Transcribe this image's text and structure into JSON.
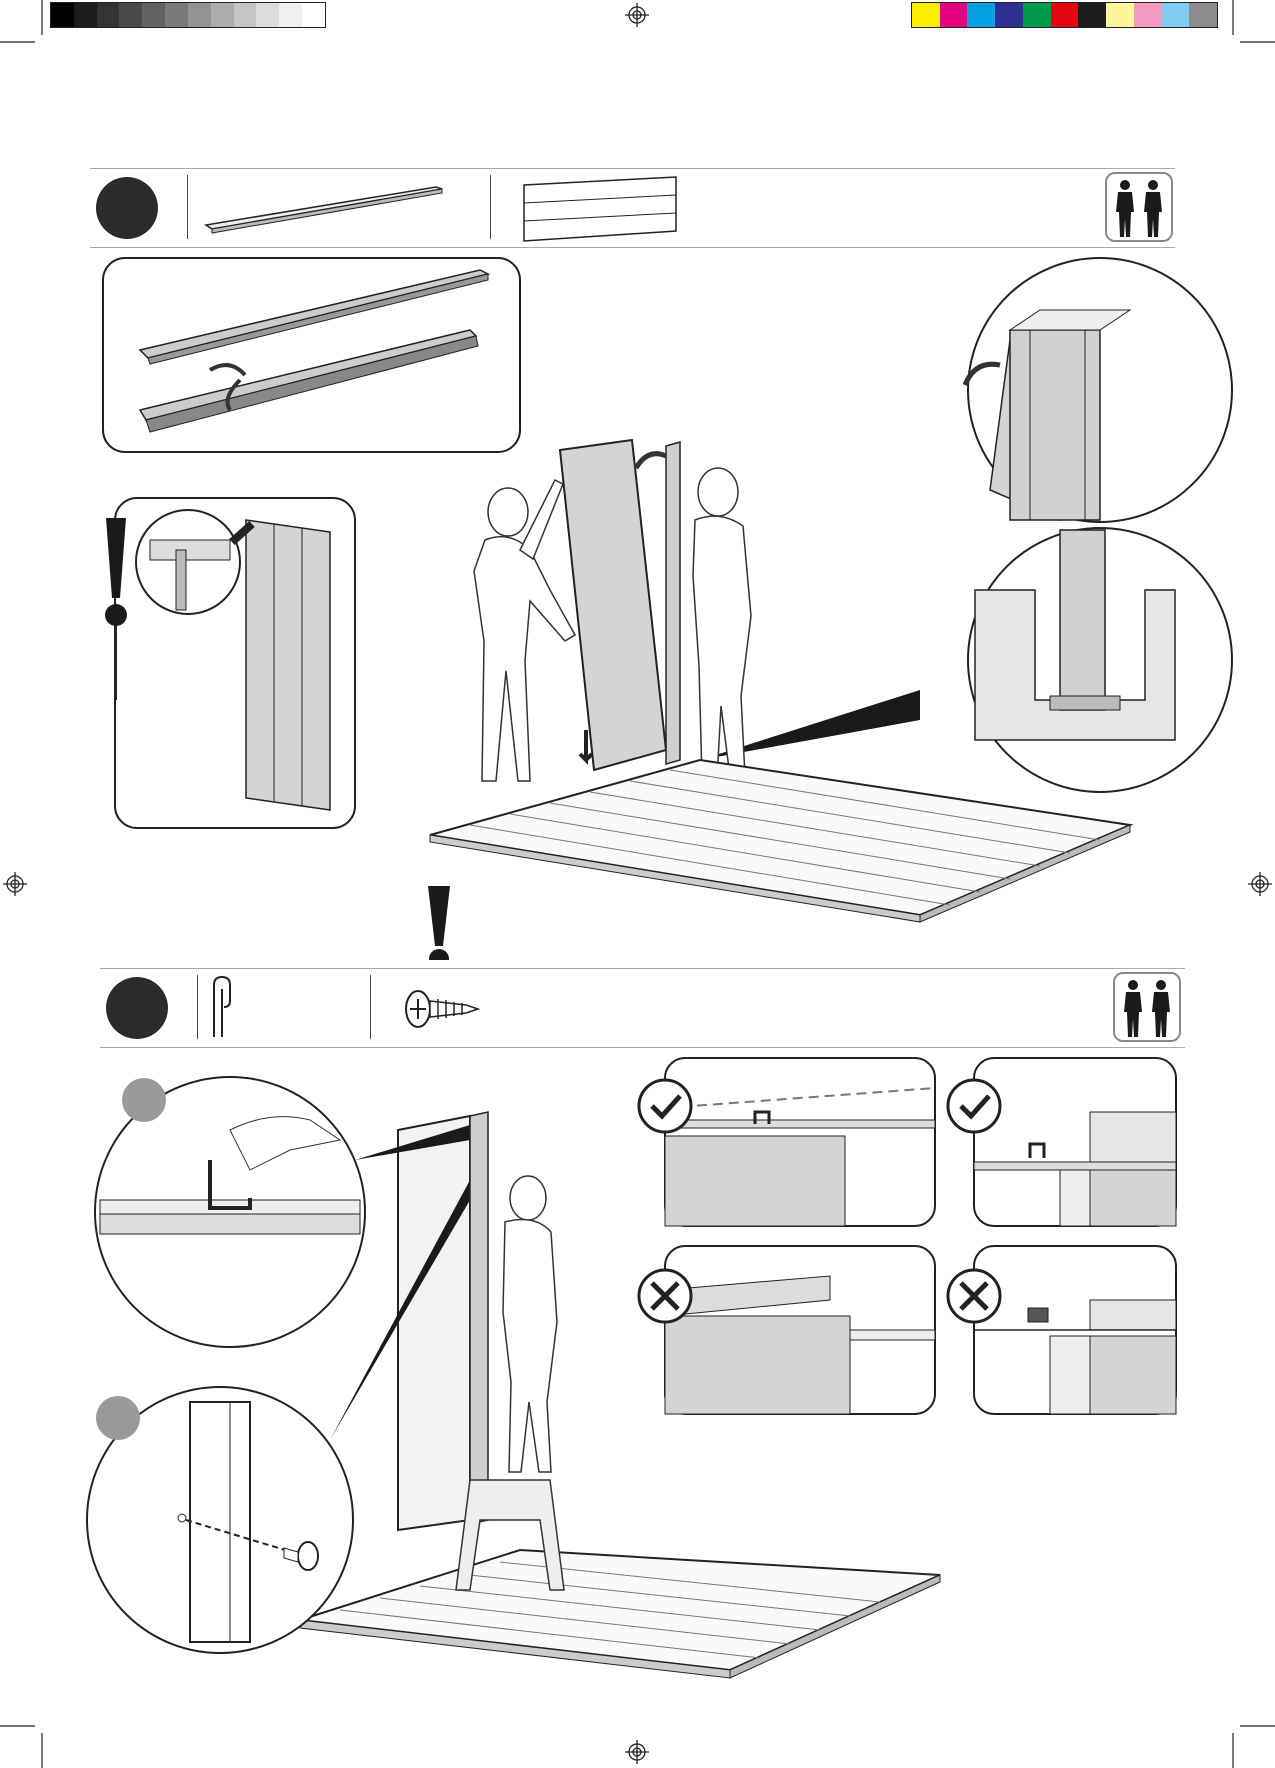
{
  "print_marks": {
    "grayscale_swatches": [
      "#000000",
      "#1c1c1c",
      "#333333",
      "#4a4a4a",
      "#616161",
      "#7a7a7a",
      "#939393",
      "#acacac",
      "#c4c4c4",
      "#dcdcdc",
      "#f0f0f0",
      "#ffffff"
    ],
    "color_swatches": [
      "#ffed00",
      "#e6007e",
      "#00a0e3",
      "#2e3092",
      "#00984a",
      "#e30613",
      "#1d1d1b",
      "#fff59b",
      "#f49ac1",
      "#7fcdf1",
      "#8c8c8c"
    ]
  },
  "steps": [
    {
      "parts": [
        "roof-rail-icon",
        "wall-panel-icon"
      ],
      "people_count": 2,
      "callouts": [
        "rail-joining-detail",
        "panel-edge-warning",
        "post-slot-detail",
        "base-channel-detail"
      ],
      "warning_symbol": "exclamation-icon"
    },
    {
      "parts": [
        "clip-icon",
        "screw-icon"
      ],
      "people_count": 2,
      "sub_markers": [
        "grey-dot-marker",
        "grey-dot-marker"
      ],
      "checks": [
        {
          "result": "correct",
          "icon": "check-icon"
        },
        {
          "result": "correct",
          "icon": "check-icon"
        },
        {
          "result": "wrong",
          "icon": "cross-icon"
        },
        {
          "result": "wrong",
          "icon": "cross-icon"
        }
      ]
    }
  ],
  "colors": {
    "ink": "#222222",
    "panel_fill": "#d4d4d4",
    "marker_dark": "#2b2b2b",
    "marker_grey": "#9a9a9a"
  }
}
